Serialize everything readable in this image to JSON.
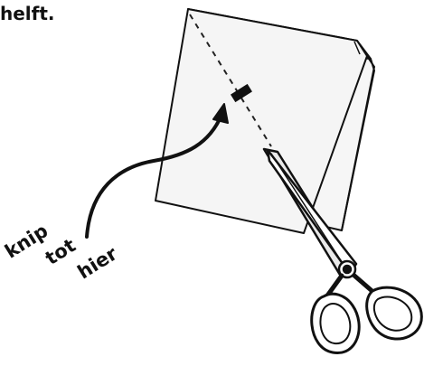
{
  "caption_fragment": "helft.",
  "annotation": {
    "lines": [
      "knip",
      "tot",
      "hier"
    ]
  },
  "colors": {
    "ink": "#111111",
    "paper": "#f5f5f5",
    "background": "#ffffff"
  },
  "icons": {
    "scissors": "scissors-icon",
    "arrow": "curved-arrow-icon"
  }
}
